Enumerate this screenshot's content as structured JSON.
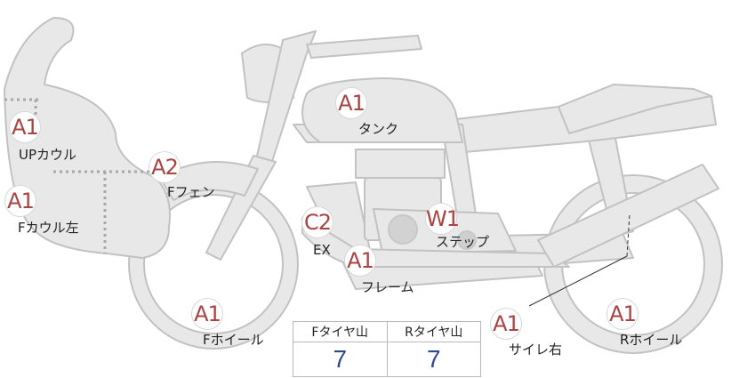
{
  "colors": {
    "body_fill": "#e8e8e8",
    "body_stroke": "#c2c2c2",
    "grade_text": "#a94442",
    "value_text": "#2e4a8a",
    "dotted_line": "#a8a8a8"
  },
  "inspection": {
    "up_cowl": {
      "grade": "A1",
      "label": "UPカウル"
    },
    "f_cowl_left": {
      "grade": "A1",
      "label": "Fカウル左"
    },
    "f_fender": {
      "grade": "A2",
      "label": "Fフェン"
    },
    "tank": {
      "grade": "A1",
      "label": "タンク"
    },
    "exhaust": {
      "grade": "C2",
      "label": "EX"
    },
    "step": {
      "grade": "W1",
      "label": "ステップ"
    },
    "frame": {
      "grade": "A1",
      "label": "フレーム"
    },
    "f_wheel": {
      "grade": "A1",
      "label": "Fホイール"
    },
    "silencer_right": {
      "grade": "A1",
      "label": "サイレ右"
    },
    "r_wheel": {
      "grade": "A1",
      "label": "Rホイール"
    }
  },
  "tread_table": {
    "front_header": "Fタイヤ山",
    "rear_header": "Rタイヤ山",
    "front_value": "7",
    "rear_value": "7"
  }
}
